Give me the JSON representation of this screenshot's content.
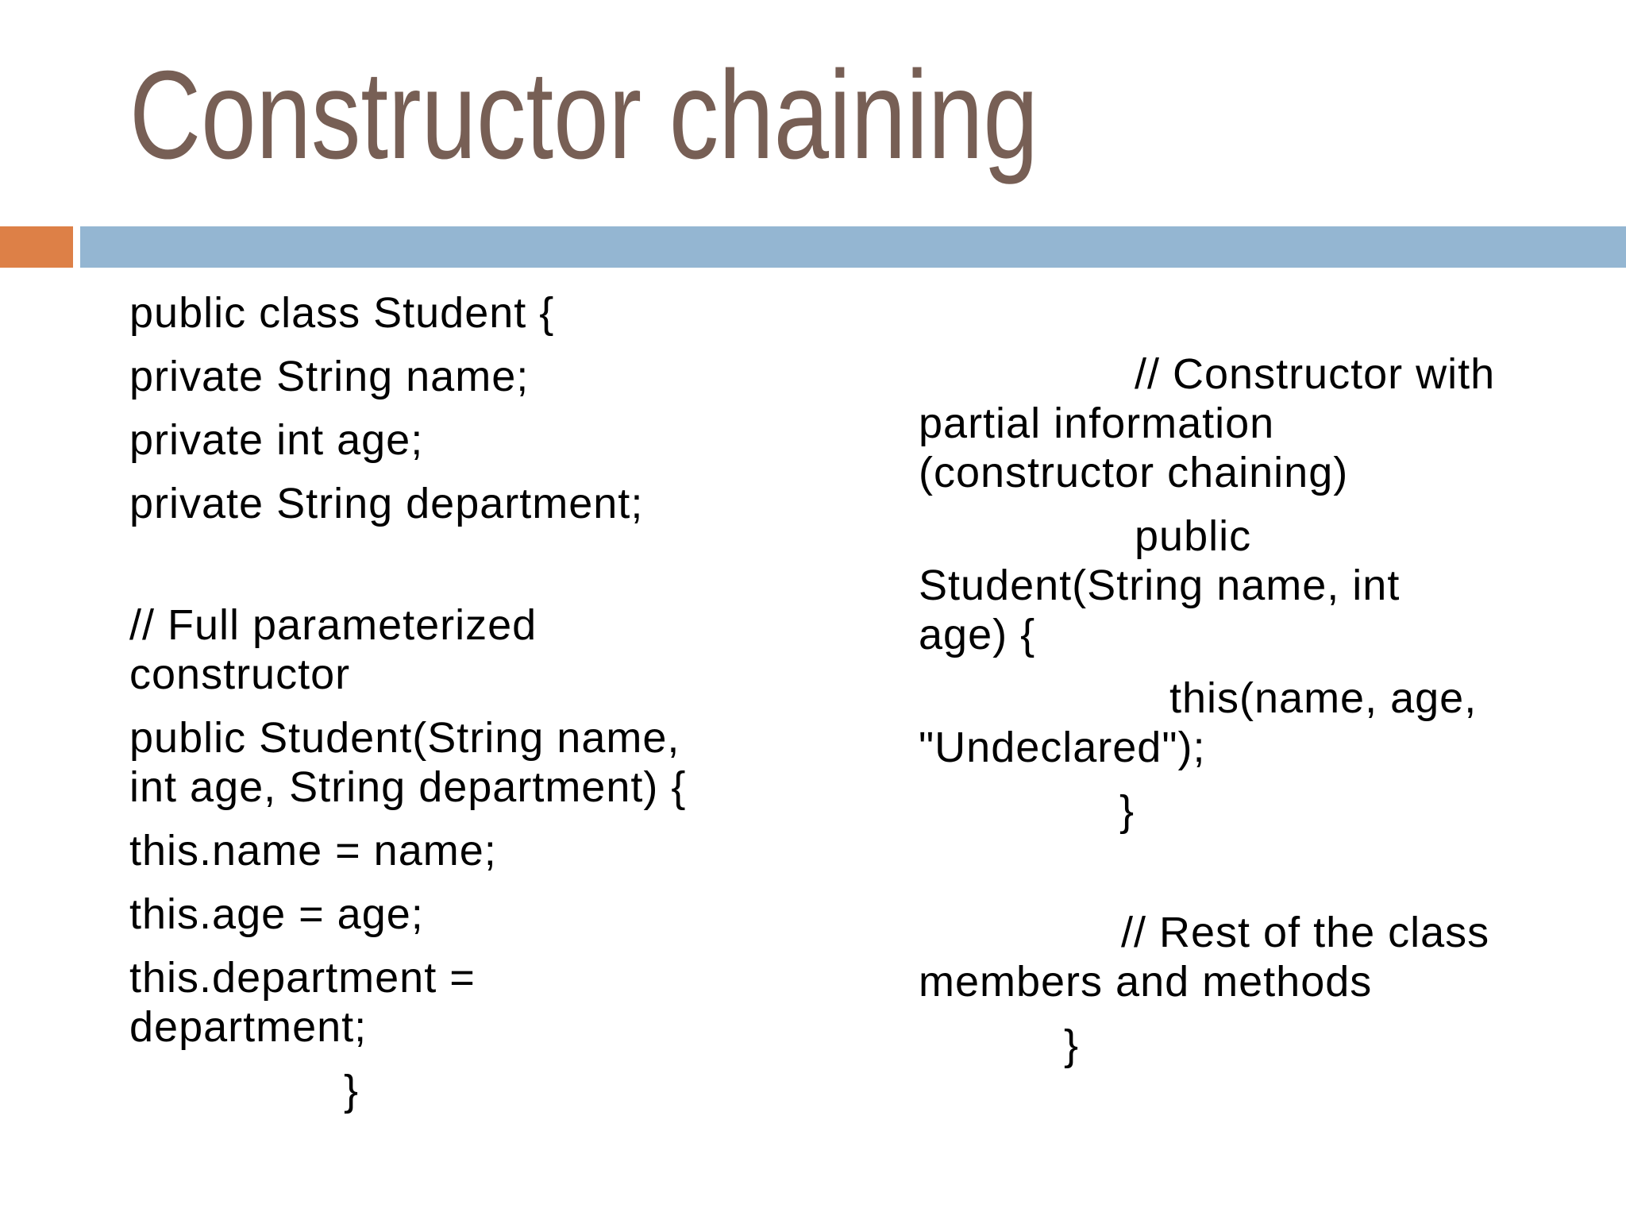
{
  "slide": {
    "title": "Constructor chaining",
    "colors": {
      "title": "#775F55",
      "accent_orange": "#DD8047",
      "accent_blue": "#94B6D2",
      "body_text": "#000000",
      "background": "#FFFFFF"
    },
    "columns": {
      "left": {
        "lines": [
          {
            "text": "public class Student {",
            "indent": 0,
            "gap": "first"
          },
          {
            "text": "private String name;",
            "indent": 0,
            "gap": "para"
          },
          {
            "text": "private int age;",
            "indent": 0,
            "gap": "para"
          },
          {
            "text": "private String department;",
            "indent": 0,
            "gap": "para"
          },
          {
            "text": "// Full parameterized",
            "indent": 0,
            "gap": "blank"
          },
          {
            "text": "constructor",
            "indent": 0,
            "gap": "line"
          },
          {
            "text": "public Student(String name,",
            "indent": 0,
            "gap": "para"
          },
          {
            "text": "int age, String department) {",
            "indent": 0,
            "gap": "line"
          },
          {
            "text": "this.name = name;",
            "indent": 0,
            "gap": "para"
          },
          {
            "text": "this.age = age;",
            "indent": 0,
            "gap": "para"
          },
          {
            "text": "this.department =",
            "indent": 0,
            "gap": "para"
          },
          {
            "text": "department;",
            "indent": 0,
            "gap": "line"
          },
          {
            "text": "}",
            "indent": 270,
            "gap": "para"
          }
        ]
      },
      "right": {
        "lines": [
          {
            "text": "// Constructor with",
            "indent": 272,
            "gap": "first"
          },
          {
            "text": "partial information",
            "indent": 0,
            "gap": "line"
          },
          {
            "text": "(constructor chaining)",
            "indent": 0,
            "gap": "line"
          },
          {
            "text": "public",
            "indent": 272,
            "gap": "para"
          },
          {
            "text": "Student(String name, int",
            "indent": 0,
            "gap": "line"
          },
          {
            "text": "age) {",
            "indent": 0,
            "gap": "line"
          },
          {
            "text": "this(name, age,",
            "indent": 316,
            "gap": "para"
          },
          {
            "text": "\"Undeclared\");",
            "indent": 0,
            "gap": "line"
          },
          {
            "text": "}",
            "indent": 253,
            "gap": "para"
          },
          {
            "text": "// Rest of the class",
            "indent": 255,
            "gap": "blank"
          },
          {
            "text": "members and methods",
            "indent": 0,
            "gap": "line"
          },
          {
            "text": "}",
            "indent": 183,
            "gap": "para"
          }
        ]
      }
    }
  }
}
